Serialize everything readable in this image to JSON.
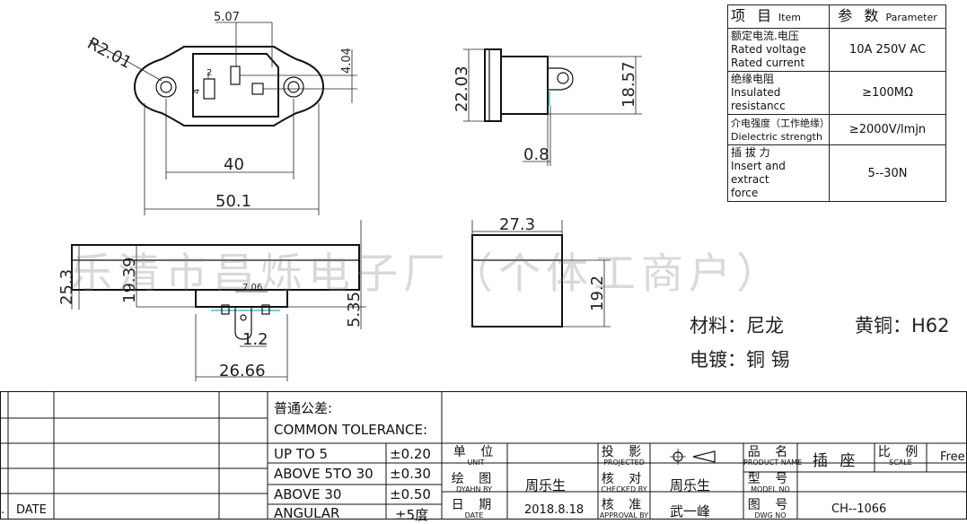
{
  "dimensions": {
    "d_5_07": "5.07",
    "d_r2_01": "R2.01",
    "d_4_04": "4.04",
    "d_2": "2",
    "d_4": "4",
    "d_40": "40",
    "d_50_1": "50.1",
    "d_22_03": "22.03",
    "d_18_57": "18.57",
    "d_0_8": "0.8",
    "d_25_3": "25.3",
    "d_19_39": "19.39",
    "d_7_06": "7.06",
    "d_5_35": "5.35",
    "d_1_2": "1.2",
    "d_26_66": "26.66",
    "d_27_3": "27.3",
    "d_19_2": "19.2"
  },
  "spec_table": {
    "header_cn_item": "项 目",
    "header_en_item": "Item",
    "header_cn_param": "参 数",
    "header_en_param": "Parameter",
    "rows": [
      {
        "cn": "额定电流.电压",
        "en1": "Rated voltage",
        "en2": "Rated current",
        "value": "10A 250V AC"
      },
      {
        "cn": "绝缘电阻",
        "en1": "Insulated",
        "en2": "resistancc",
        "value": "≥100MΩ"
      },
      {
        "cn": "介电强度（工作绝缘）",
        "en1": "Dielectric strength",
        "en2": "",
        "value": "≥2000V/lmjn"
      },
      {
        "cn": "插 拔 力",
        "en1": "Insert and extract",
        "en2": "force",
        "value": "5--30N"
      }
    ]
  },
  "materials": {
    "material_label": "材料：尼龙",
    "brass_label": "黄铜：H62",
    "plating_label": "电镀：铜 锡"
  },
  "watermark": "乐清市昌烁电子厂（个体工商户）",
  "title_block": {
    "tolerance_cn": "普通公差:",
    "tolerance_en": "COMMON TOLERANCE:",
    "tol_rows": [
      {
        "range": "UP TO 5",
        "value": "±0.20"
      },
      {
        "range": "ABOVE 5TO 30",
        "value": "±0.30"
      },
      {
        "range": "ABOVE 30",
        "value": "±0.50"
      },
      {
        "range": "ANGULAR",
        "value": "±5度"
      }
    ],
    "unit_cn": "单 位",
    "unit_en": "UNIT",
    "drawn_cn": "绘 图",
    "drawn_en": "DYAHN BY",
    "drawn_value": "周乐生",
    "date_cn": "日 期",
    "date_en": "DATE",
    "date_value": "2018.8.18",
    "projected_cn": "投 影",
    "projected_en": "PROJECTED",
    "checked_cn": "核 对",
    "checked_en": "CHECKED BY",
    "checked_value": "周乐生",
    "approval_cn": "核 准",
    "approval_en": "APPROVAL BY",
    "approval_value": "武一峰",
    "product_cn": "品 名",
    "product_en": "PRODUCT NAME",
    "product_value": "插 座",
    "model_cn": "型 号",
    "model_en": "MODEL NO",
    "dwg_cn": "图 号",
    "dwg_en": "DWG NO",
    "dwg_value": "CH--1066",
    "scale_cn": "比 例",
    "scale_en": "SCALE",
    "scale_value": "Free",
    "left_date": "DATE",
    "left_dot": "."
  }
}
